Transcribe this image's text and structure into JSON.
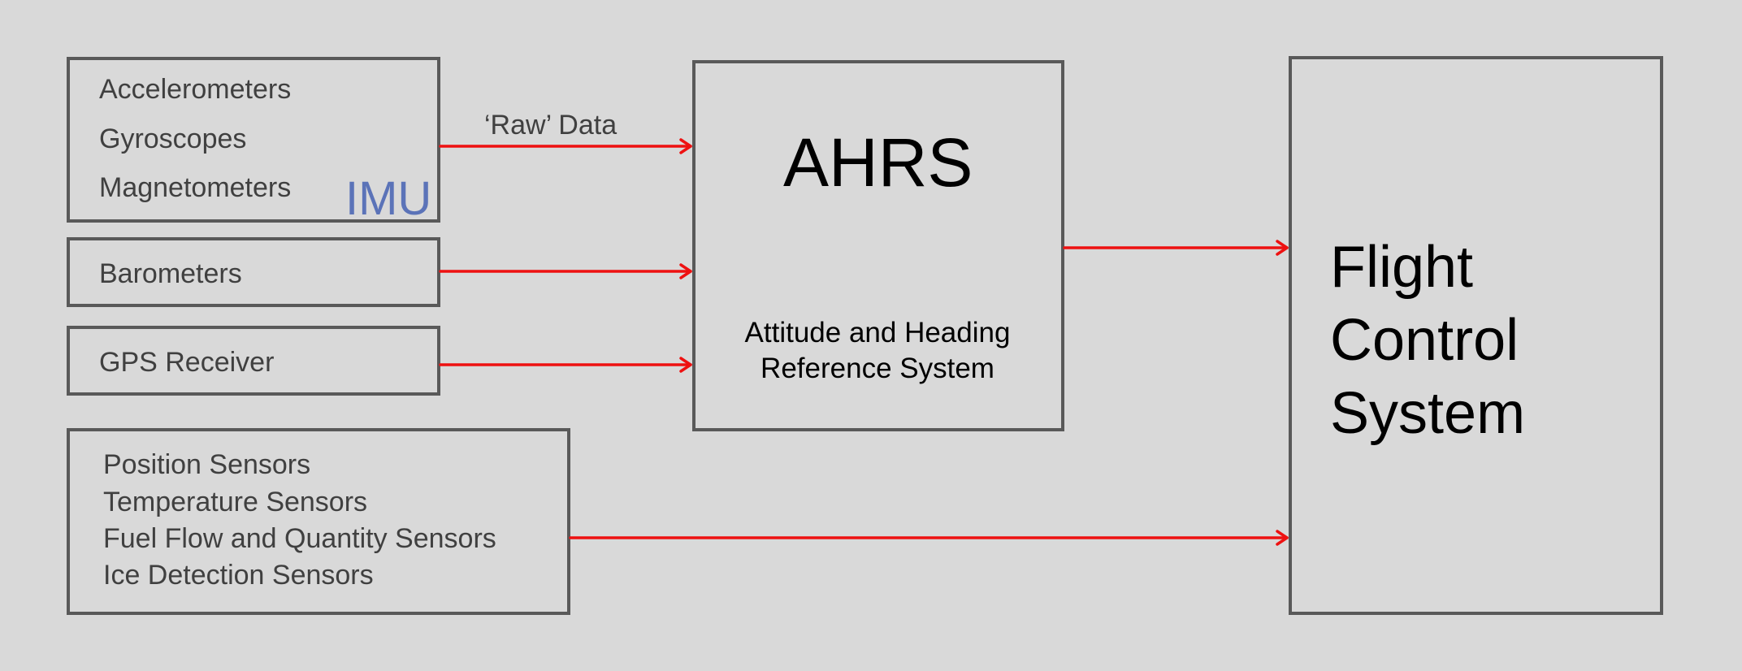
{
  "imu_box": {
    "items": [
      "Accelerometers",
      "Gyroscopes",
      "Magnetometers"
    ],
    "tag": "IMU"
  },
  "barometer_box": {
    "label": "Barometers"
  },
  "gps_box": {
    "label": "GPS Receiver"
  },
  "other_sensors_box": {
    "items": [
      "Position Sensors",
      "Temperature Sensors",
      "Fuel Flow and Quantity Sensors",
      "Ice Detection Sensors"
    ]
  },
  "raw_data_label": "‘Raw’ Data",
  "ahrs_box": {
    "title": "AHRS",
    "subtitle_lines": [
      "Attitude and Heading",
      "Reference System"
    ]
  },
  "fcs_box": {
    "lines": [
      "Flight",
      "Control",
      "System"
    ]
  },
  "colors": {
    "background": "#d9d9d9",
    "border": "#595959",
    "arrow": "#ee1111",
    "imu": "#5b73b8",
    "text": "#404040"
  }
}
